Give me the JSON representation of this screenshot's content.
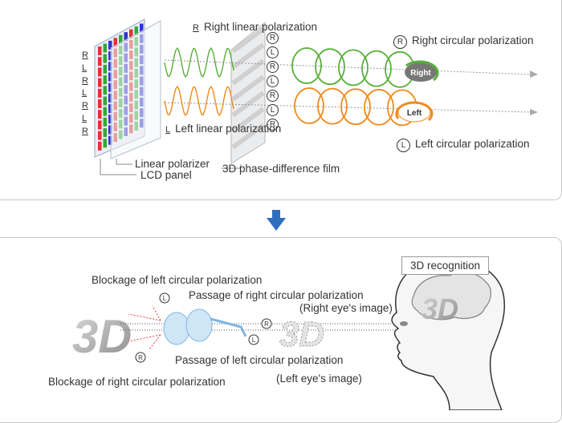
{
  "top": {
    "row_labels": [
      "R",
      "L",
      "R",
      "L",
      "R",
      "L",
      "R"
    ],
    "right_linear": {
      "mark": "R",
      "text": "Right linear polarization"
    },
    "left_linear": {
      "mark": "L",
      "text": "Left linear polarization"
    },
    "right_circular": {
      "mark": "R",
      "text": "Right circular polarization",
      "badge": "Right"
    },
    "left_circular": {
      "mark": "L",
      "text": "Left circular polarization",
      "badge": "Left"
    },
    "linear_polarizer": "Linear polarizer",
    "lcd_panel": "LCD panel",
    "film": "3D phase-difference film",
    "film_marks": [
      "R",
      "L",
      "R",
      "L",
      "R",
      "L",
      "R"
    ]
  },
  "bottom": {
    "recognition": "3D recognition",
    "blockage_left": "Blockage of left circular polarization",
    "passage_right": "Passage of right circular polarization",
    "right_image": "(Right eye's image)",
    "passage_left": "Passage of left circular polarization",
    "left_image": "(Left eye's image)",
    "blockage_right": "Blockage of right circular polarization",
    "text_3d": "3D",
    "marks": {
      "r": "R",
      "l": "L"
    }
  },
  "colors": {
    "green": "#58b03a",
    "orange": "#f08a1c",
    "arrow": "#2f6fc0",
    "red": "#e03a3a"
  }
}
